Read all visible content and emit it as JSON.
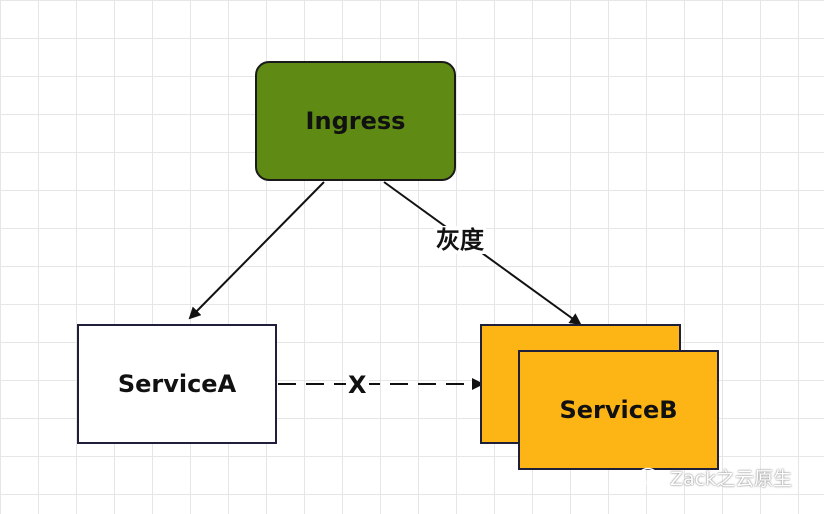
{
  "nodes": {
    "ingress": "Ingress",
    "service_a": "ServiceA",
    "service_b": "ServiceB"
  },
  "edges": {
    "ingress_to_b_label": "灰度",
    "a_to_b_label": "X"
  },
  "watermark": {
    "text": "Zack之云原生",
    "icon": "wechat-icon"
  },
  "colors": {
    "ingress_fill": "#5f8a14",
    "service_b_fill": "#fdb515",
    "service_a_fill": "#ffffff"
  }
}
